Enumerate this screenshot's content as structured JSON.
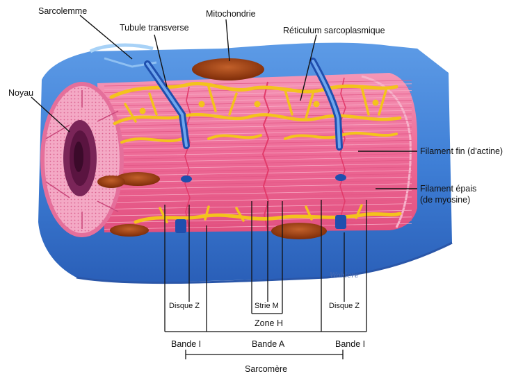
{
  "colors": {
    "sarcolemma": "#3f7fd6",
    "sarcolemma_light": "#8fc0f2",
    "fibril": "#f26d9b",
    "fibril_light": "#f9a7c4",
    "reticulum": "#f3c31c",
    "mitochondria": "#9a3a10",
    "nucleus": "#6e1e4e",
    "t_tubule": "#1f4fae"
  },
  "labels": {
    "sarcolemme": "Sarcolemme",
    "tubule": "Tubule transverse",
    "mitochondrie": "Mitochondrie",
    "reticulum": "Réticulum sarcoplasmique",
    "noyau": "Noyau",
    "filament_fin": "Filament fin (d'actine)",
    "filament_epais_1": "Filament épais",
    "filament_epais_2": "(de myosine)",
    "disque_z_left": "Disque Z",
    "strie_m": "Strie M",
    "disque_z_right": "Disque Z",
    "zone_h": "Zone H",
    "bande_i_left": "Bande I",
    "bande_a": "Bande A",
    "bande_i_right": "Bande I",
    "sarcomere": "Sarcomère"
  },
  "signature": "Wohlere"
}
